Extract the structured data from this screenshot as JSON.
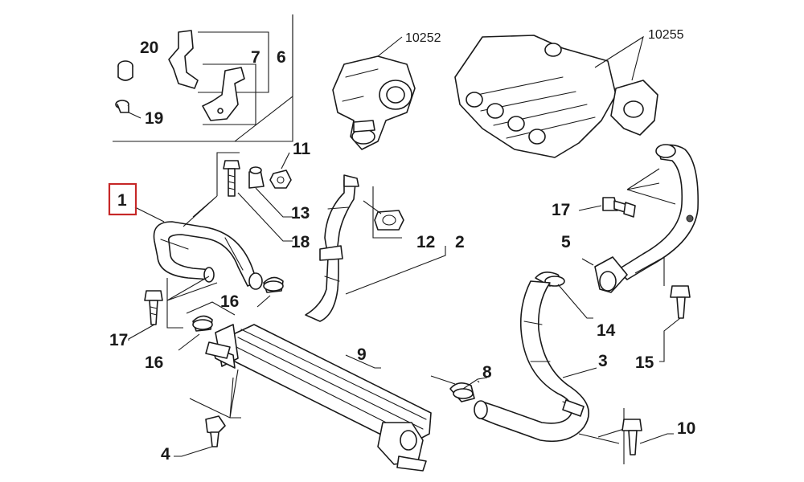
{
  "callouts": {
    "c1": "1",
    "c2": "2",
    "c3": "3",
    "c4": "4",
    "c5": "5",
    "c6": "6",
    "c7": "7",
    "c8": "8",
    "c9": "9",
    "c10": "10",
    "c11": "11",
    "c12": "12",
    "c13": "13",
    "c14": "14",
    "c15": "15",
    "c16a": "16",
    "c16b": "16",
    "c17a": "17",
    "c17b": "17",
    "c18": "18",
    "c19": "19",
    "c20": "20"
  },
  "references": {
    "r1": "10252",
    "r2": "10255"
  },
  "highlight_color": "#c62828"
}
